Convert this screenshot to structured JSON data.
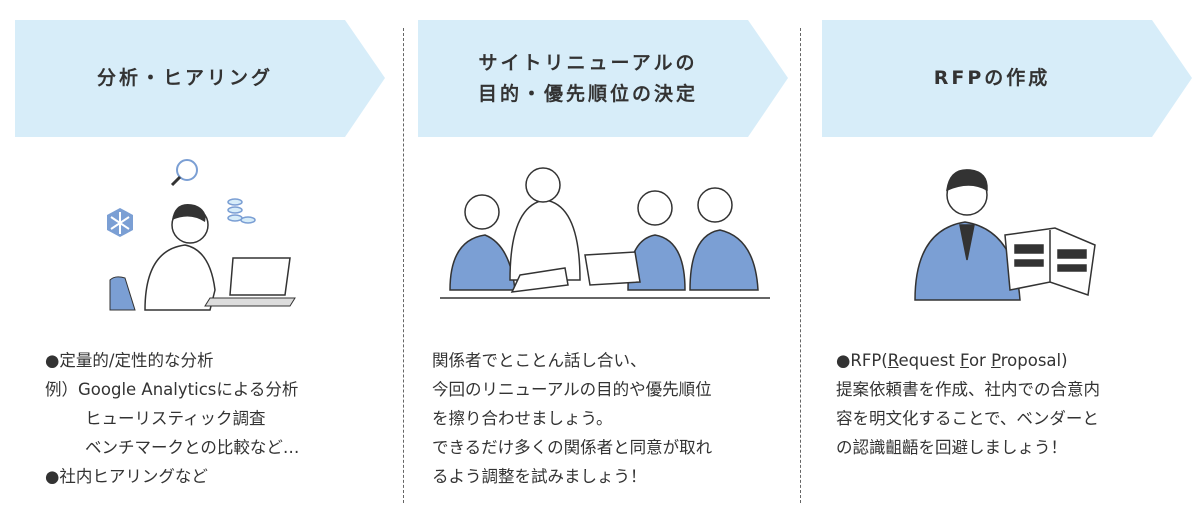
{
  "colors": {
    "banner": "#d7edf9",
    "accent": "#7b9fd4",
    "line": "#333333"
  },
  "columns": [
    {
      "title_lines": [
        "分析・ヒアリング"
      ],
      "body": [
        "●定量的/定性的な分析",
        "例）Google Analyticsによる分析",
        "ヒューリスティック調査",
        "ベンチマークとの比較など…",
        "●社内ヒアリングなど"
      ]
    },
    {
      "title_lines": [
        "サイトリニューアルの",
        "目的・優先順位の決定"
      ],
      "body": [
        "関係者でとことん話し合い、",
        "今回のリニューアルの目的や優先順位",
        "を擦り合わせましょう。",
        "できるだけ多くの関係者と同意が取れ",
        "るよう調整を試みましょう！"
      ]
    },
    {
      "title_lines": [
        "RFPの作成"
      ],
      "rfp": {
        "bullet": "●RFP(",
        "r": "R",
        "r_rest": "equest ",
        "f": "F",
        "f_rest": "or ",
        "p": "P",
        "p_rest": "roposal)"
      },
      "body": [
        "提案依頼書を作成、社内での合意内",
        "容を明文化することで、ベンダーと",
        "の認識齟齬を回避しましょう！"
      ]
    }
  ]
}
